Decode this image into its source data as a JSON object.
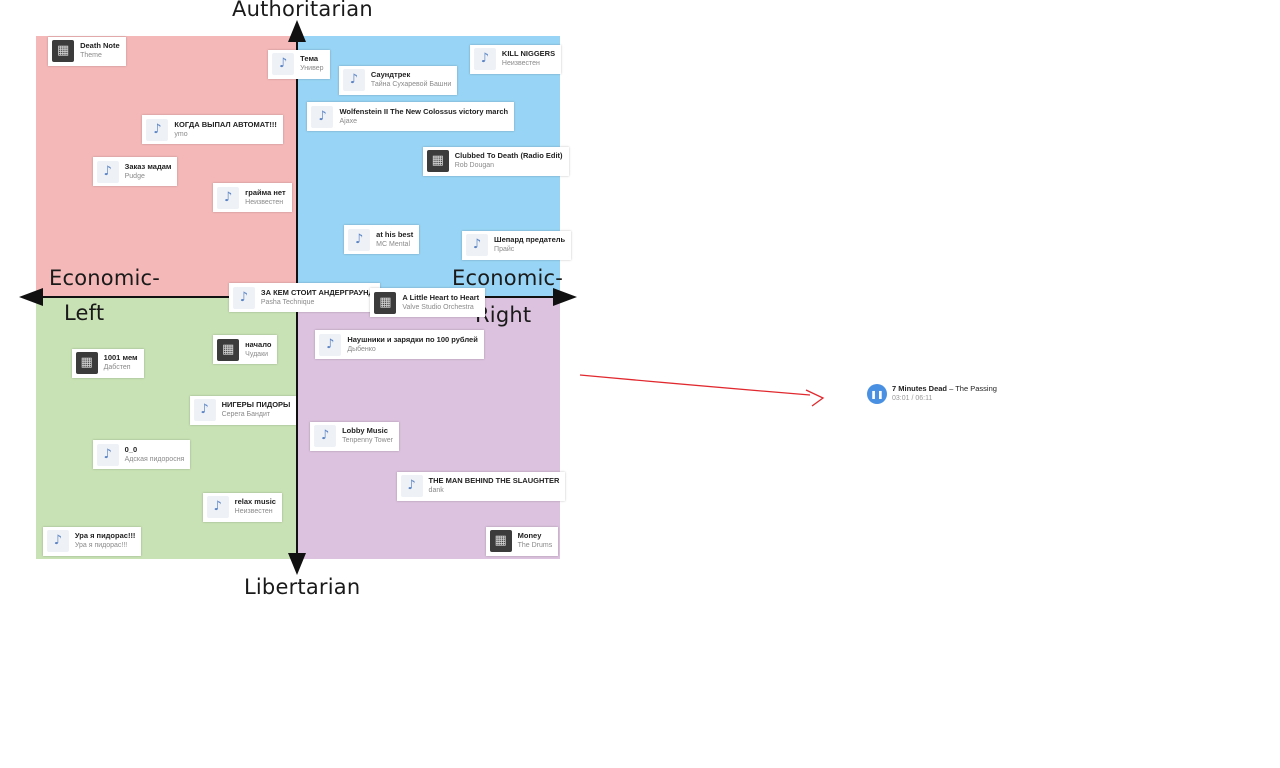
{
  "chart_data": {
    "type": "scatter",
    "title": "",
    "xlabel": "",
    "ylabel": "",
    "axes": {
      "top": "Authoritarian",
      "bottom": "Libertarian",
      "left_line1": "Economic-",
      "left_line2": "Left",
      "right_line1": "Economic-",
      "right_line2": "Right"
    },
    "xlim": [
      -1,
      1
    ],
    "ylim": [
      -1,
      1
    ],
    "quadrant_colors": {
      "top_left": "#f5b8b8",
      "top_right": "#98d4f5",
      "bottom_left": "#c9e2b5",
      "bottom_right": "#dcc2de"
    },
    "points": [
      {
        "title": "Death Note",
        "artist": "Theme",
        "x": -0.95,
        "y": 0.94,
        "thumb": "cover"
      },
      {
        "title": "Тема",
        "artist": "Универ",
        "x": -0.11,
        "y": 0.89,
        "thumb": "note-icon"
      },
      {
        "title": "Саундтрек",
        "artist": "Тайна Сухаревой Башни",
        "x": 0.16,
        "y": 0.83,
        "thumb": "note-icon"
      },
      {
        "title": "KILL NIGGERS",
        "artist": "Неизвестен",
        "x": 0.66,
        "y": 0.91,
        "thumb": "note-icon"
      },
      {
        "title": "Wolfenstein II The New Colossus victory march",
        "artist": "Ajaxe",
        "x": 0.04,
        "y": 0.69,
        "thumb": "note-icon"
      },
      {
        "title": "КОГДА ВЫПАЛ АВТОМАТ!!!",
        "artist": "ymo",
        "x": -0.59,
        "y": 0.64,
        "thumb": "note-icon"
      },
      {
        "title": "Clubbed To Death (Radio Edit)",
        "artist": "Rob Dougan",
        "x": 0.48,
        "y": 0.52,
        "thumb": "cover"
      },
      {
        "title": "Заказ мадам",
        "artist": "Pudge",
        "x": -0.78,
        "y": 0.48,
        "thumb": "note-icon"
      },
      {
        "title": "грайма нет",
        "artist": "Неизвестен",
        "x": -0.32,
        "y": 0.38,
        "thumb": "note-icon"
      },
      {
        "title": "at his best",
        "artist": "MC Mental",
        "x": 0.18,
        "y": 0.22,
        "thumb": "note-icon"
      },
      {
        "title": "Шепард предатель",
        "artist": "Прайс",
        "x": 0.63,
        "y": 0.2,
        "thumb": "note-icon"
      },
      {
        "title": "ЗА КЕМ СТОИТ АНДЕРГРАУНД",
        "artist": "Pasha Technique",
        "x": -0.26,
        "y": 0.0,
        "thumb": "note-icon"
      },
      {
        "title": "A Little Heart to Heart",
        "artist": "Valve Studio Orchestra",
        "x": 0.28,
        "y": -0.02,
        "thumb": "cover"
      },
      {
        "title": "Наушники и зарядки по 100 рублей",
        "artist": "Дыбенко",
        "x": 0.07,
        "y": -0.18,
        "thumb": "note-icon"
      },
      {
        "title": "начало",
        "artist": "Чудаки",
        "x": -0.32,
        "y": -0.2,
        "thumb": "cover"
      },
      {
        "title": "1001 мем",
        "artist": "Дабстеп",
        "x": -0.86,
        "y": -0.25,
        "thumb": "cover"
      },
      {
        "title": "НИГЕРЫ ПИДОРЫ",
        "artist": "Серега Бандит",
        "x": -0.41,
        "y": -0.43,
        "thumb": "note-icon"
      },
      {
        "title": "Lobby Music",
        "artist": "Tenpenny Tower",
        "x": 0.05,
        "y": -0.53,
        "thumb": "note-icon"
      },
      {
        "title": "0_0",
        "artist": "Адская пидоросня",
        "x": -0.78,
        "y": -0.6,
        "thumb": "note-icon"
      },
      {
        "title": "THE MAN BEHIND THE SLAUGHTER",
        "artist": "dank",
        "x": 0.38,
        "y": -0.72,
        "thumb": "note-icon"
      },
      {
        "title": "relax music",
        "artist": "Неизвестен",
        "x": -0.36,
        "y": -0.8,
        "thumb": "note-icon"
      },
      {
        "title": "Money",
        "artist": "The Drums",
        "x": 0.72,
        "y": -0.93,
        "thumb": "cover"
      },
      {
        "title": "Ура я пидорас!!!",
        "artist": "Ура я пидорас!!!",
        "x": -0.97,
        "y": -0.93,
        "thumb": "note-icon"
      }
    ]
  },
  "player": {
    "title": "7 Minutes Dead",
    "separator": " – ",
    "artist": "The Passing",
    "time": "03:01 / 06:11",
    "icon": "pause-icon",
    "button_color": "#4a90e2"
  },
  "arrow_color": "#e0282e"
}
